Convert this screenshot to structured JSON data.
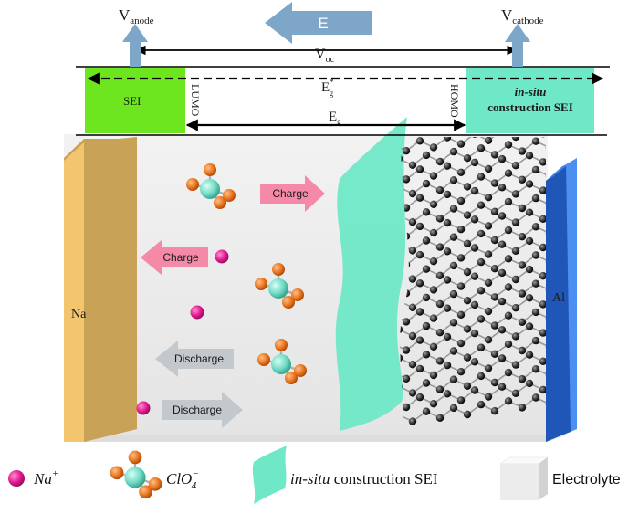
{
  "energy_diagram": {
    "v_anode": {
      "main": "V",
      "sub": "anode"
    },
    "v_cathode": {
      "main": "V",
      "sub": "cathode"
    },
    "field_label": "E",
    "voc": {
      "main": "V",
      "sub": "oc"
    },
    "eg_star": {
      "main": "E",
      "sup": "*",
      "sub": "g"
    },
    "eg": {
      "main": "E",
      "sub": "g"
    },
    "lumo": "LUMO",
    "homo": "HOMO",
    "sei_anode": "SEI",
    "sei_cathode_line1": "in-situ",
    "sei_cathode_line2": "construction SEI"
  },
  "cell": {
    "anode_label": "Na",
    "cathode_label": "Al",
    "flow_arrows": [
      {
        "label": "Charge",
        "direction": "right"
      },
      {
        "label": "Charge",
        "direction": "left"
      },
      {
        "label": "Discharge",
        "direction": "left"
      },
      {
        "label": "Discharge",
        "direction": "right"
      }
    ]
  },
  "legend": {
    "na_ion": {
      "base": "Na",
      "sup": "+"
    },
    "anion": {
      "base": "ClO",
      "sup": "−",
      "sub": "4"
    },
    "sei_italic": "in-situ",
    "sei_rest": " construction SEI",
    "electrolyte": "Electrolyte"
  },
  "colors": {
    "sei_anode": "#6ee61f",
    "sei_cathode": "#6fe8c8",
    "na_electrode": "#e9c06a",
    "al_electrode": "#2f6fd6",
    "electrolyte": "#ececec",
    "na_ion": "#e2178f",
    "oxygen": "#e8731c",
    "chlorine": "#6fd9c2",
    "charge_arrow": "#f48aa8",
    "discharge_arrow": "#c2c8cc",
    "field_arrow": "#7ea6c8",
    "graphite": "#2c2c2c"
  }
}
